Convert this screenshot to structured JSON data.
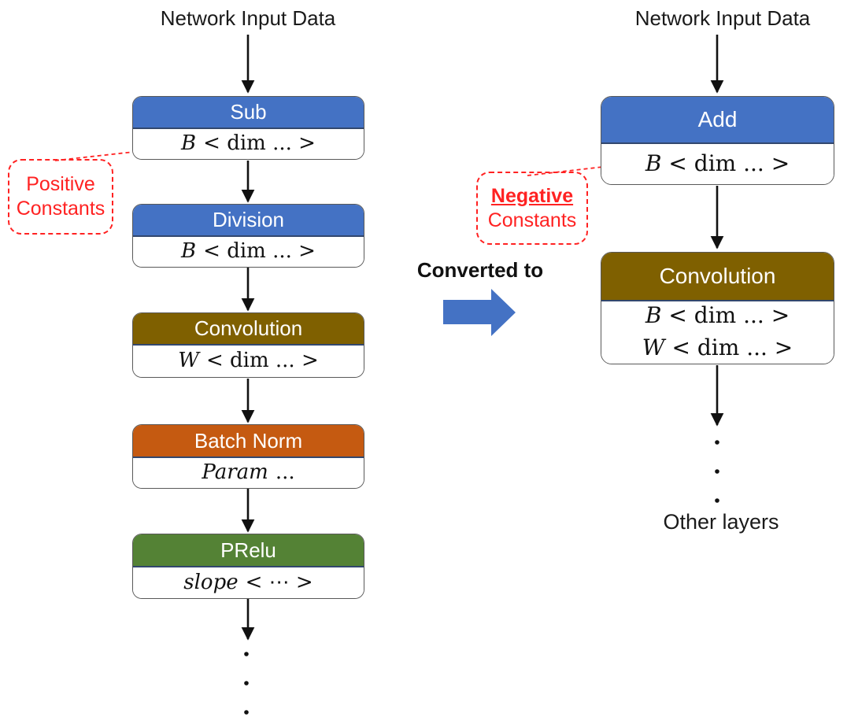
{
  "palette": {
    "header_blue": "#4472C4",
    "header_olive": "#7F6000",
    "header_orange": "#C55A11",
    "header_green": "#548235",
    "separator_navy": "#32476e",
    "callout_red": "#ff2222",
    "arrow_black": "#111111",
    "convert_arrow_blue": "#4472C4"
  },
  "left_pipeline": {
    "input_label": "Network Input Data",
    "boxes": [
      {
        "title": "Sub",
        "lines": [
          {
            "var": "B",
            "rest": "< dim ... >"
          }
        ]
      },
      {
        "title": "Division",
        "lines": [
          {
            "var": "B",
            "rest": "< dim ... >"
          }
        ]
      },
      {
        "title": "Convolution",
        "lines": [
          {
            "var": "W",
            "rest": "< dim ... >"
          }
        ]
      },
      {
        "title": "Batch Norm",
        "lines": [
          {
            "var": "Param",
            "rest": "..."
          }
        ]
      },
      {
        "title": "PRelu",
        "lines": [
          {
            "var": "slope",
            "rest": "< ⋯ >"
          }
        ]
      }
    ],
    "callout": {
      "line1": "Positive",
      "line2": "Constants"
    }
  },
  "middle": {
    "converted_label": "Converted to"
  },
  "right_pipeline": {
    "input_label": "Network Input Data",
    "boxes": [
      {
        "title": "Add",
        "lines": [
          {
            "var": "B",
            "rest": "< dim ... >"
          }
        ]
      },
      {
        "title": "Convolution",
        "lines": [
          {
            "var": "B",
            "rest": "< dim ... >"
          },
          {
            "var": "W",
            "rest": "< dim ... >"
          }
        ]
      }
    ],
    "callout": {
      "line1": "Negative",
      "line2": "Constants"
    },
    "other_layers_label": "Other layers"
  }
}
